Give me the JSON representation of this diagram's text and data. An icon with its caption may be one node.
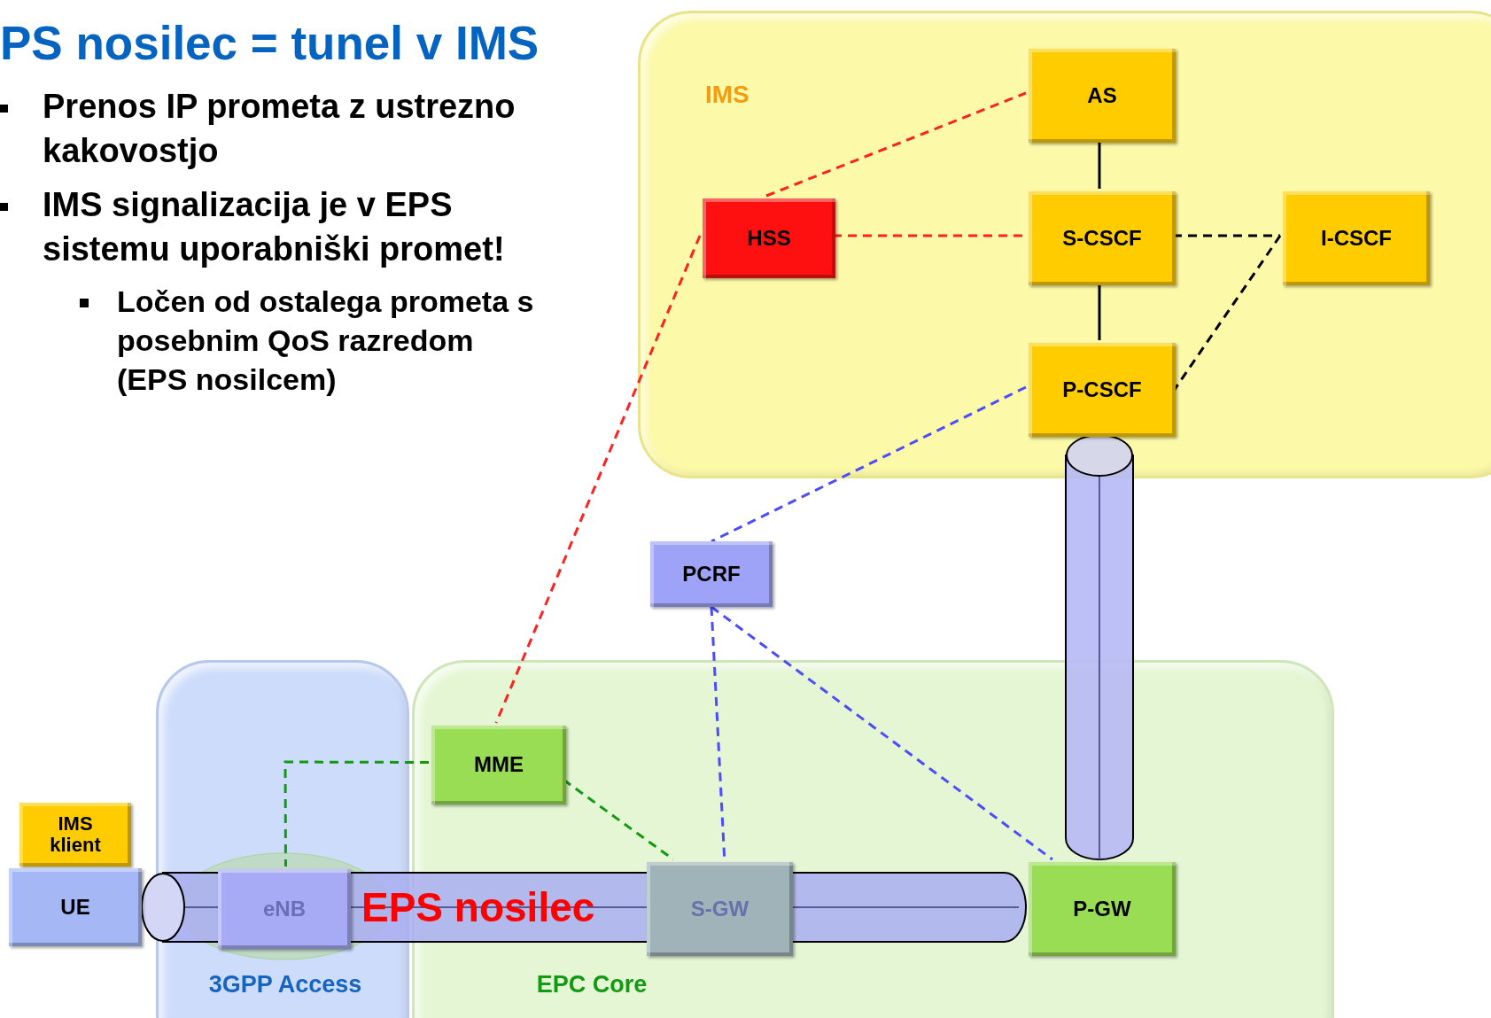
{
  "diagram": {
    "title": "PS nosilec = tunel v IMS",
    "nodes": [
      {
        "text": [
          "IMS"
        ]
      },
      {
        "text": [
          "AS"
        ],
        "in": 0
      },
      {
        "text": [
          "HSS"
        ],
        "in": 0
      },
      {
        "text": [
          "S-CSCF"
        ],
        "in": 0
      },
      {
        "text": [
          "I-CSCF"
        ],
        "in": 0
      },
      {
        "text": [
          "P-CSCF"
        ],
        "in": 0
      },
      {
        "text": [],
        "shape": "cylinder"
      },
      {
        "text": [
          "PCRF"
        ]
      },
      {
        "text": [
          "3GPP Access"
        ]
      },
      {
        "text": [
          "EPC Core"
        ]
      },
      {
        "text": [
          "MME"
        ],
        "in": 9
      },
      {
        "text": [
          "IMS klient"
        ]
      },
      {
        "text": [
          "UE"
        ]
      },
      {
        "text": [
          "eNB"
        ],
        "in": 8
      },
      {
        "text": [
          "EPS nosilec"
        ]
      },
      {
        "text": [
          "S-GW"
        ],
        "in": 9
      },
      {
        "text": [
          "P-GW"
        ],
        "in": 9
      }
    ],
    "edges": [
      {
        "from": 2,
        "to": 1,
        "arrow": "none",
        "style": "dashed",
        "color": "#ff2020"
      },
      {
        "from": 2,
        "to": 3,
        "arrow": "none",
        "style": "dashed",
        "color": "#ff2020"
      },
      {
        "from": 1,
        "to": 3,
        "arrow": "none"
      },
      {
        "from": 3,
        "to": 4,
        "arrow": "none",
        "style": "dashed"
      },
      {
        "from": 3,
        "to": 5,
        "arrow": "none"
      },
      {
        "from": 4,
        "to": 5,
        "arrow": "none",
        "style": "dashed"
      },
      {
        "from": 2,
        "to": 10,
        "arrow": "none",
        "style": "dashed",
        "color": "#ff2020"
      },
      {
        "from": 5,
        "to": 7,
        "arrow": "none",
        "style": "dashed",
        "color": "#4b4bff"
      },
      {
        "from": 7,
        "to": 15,
        "arrow": "none",
        "style": "dashed",
        "color": "#4b4bff"
      },
      {
        "from": 7,
        "to": 16,
        "arrow": "none",
        "style": "dashed",
        "color": "#4b4bff"
      },
      {
        "from": 10,
        "to": 13,
        "arrow": "none",
        "style": "dashed",
        "color": "#129a12"
      },
      {
        "from": 10,
        "to": 15,
        "arrow": "none",
        "style": "dashed",
        "color": "#129a12"
      }
    ],
    "labels": [
      "Prenos IP prometa z ustrezno kakovostjo",
      "IMS signalizacija je v EPS sistemu uporabniški promet!",
      "Ločen od ostalega prometa s posebnim QoS razredom (EPS nosilcem)"
    ]
  }
}
